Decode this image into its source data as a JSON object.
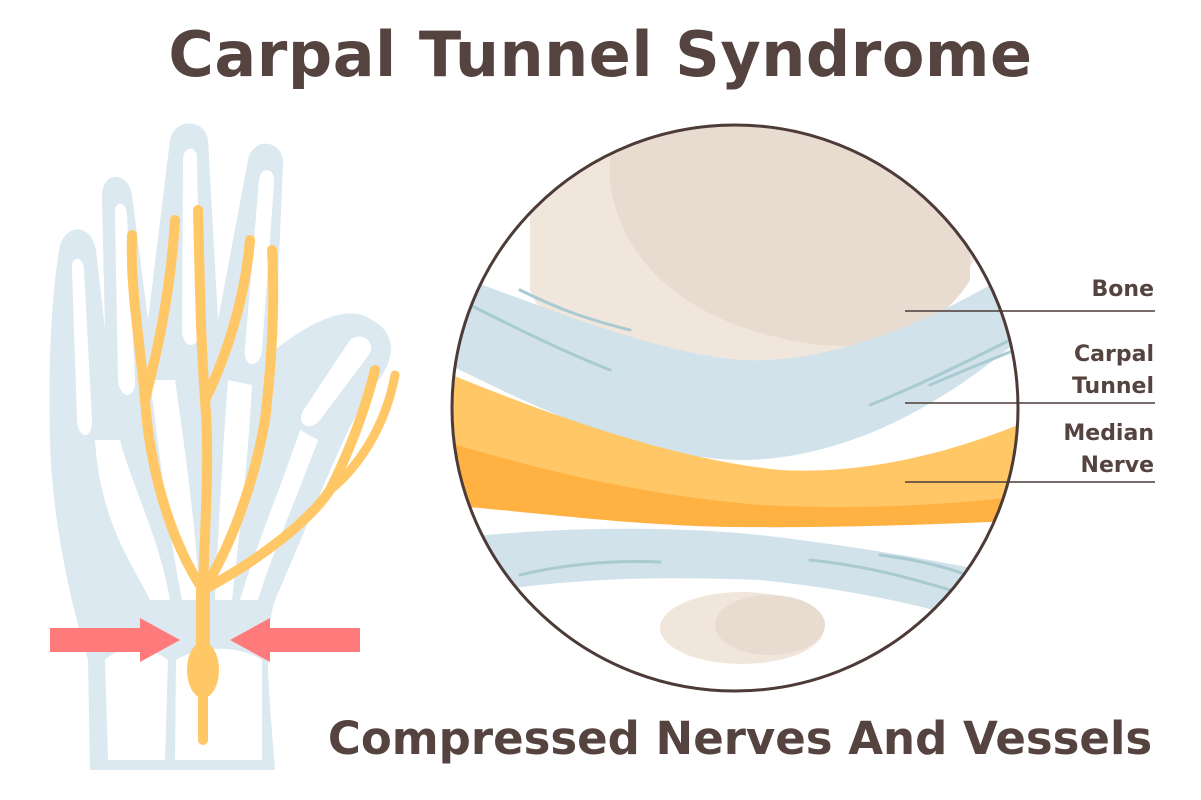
{
  "title": "Carpal Tunnel Syndrome",
  "subtitle": "Compressed Nerves And Vessels",
  "labels": {
    "bone": "Bone",
    "carpal_tunnel": [
      "Carpal",
      "Tunnel"
    ],
    "median_nerve": [
      "Median",
      "Nerve"
    ]
  },
  "colors": {
    "text": "#54433f",
    "skin": "#dde9f0",
    "nerve": "#ffc766",
    "nerve_dark": "#ffb141",
    "arrow": "#ff7b7b",
    "bone": "#eaddd1",
    "ligament": "#cfe0ea",
    "outline": "#4d3b38"
  }
}
